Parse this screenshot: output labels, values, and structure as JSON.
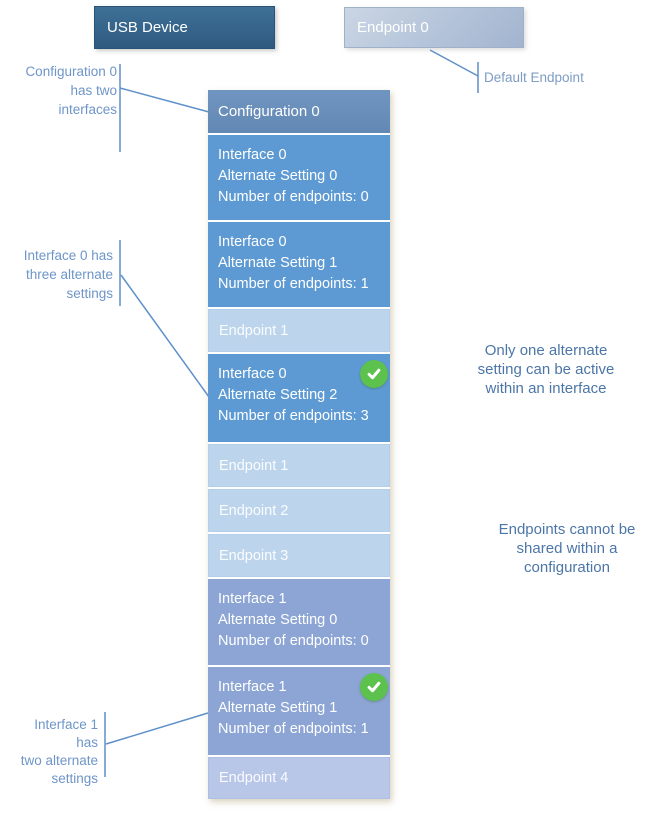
{
  "usb_device": {
    "label": "USB Device"
  },
  "endpoint0": {
    "label": "Endpoint 0"
  },
  "stack": {
    "config": {
      "label": "Configuration 0"
    },
    "if0a0": {
      "l1": "Interface 0",
      "l2": "Alternate Setting 0",
      "l3": "Number of endpoints: 0",
      "active": false
    },
    "if0a1": {
      "l1": "Interface 0",
      "l2": "Alternate Setting 1",
      "l3": "Number of endpoints: 1",
      "active": false
    },
    "ep1a": {
      "label": "Endpoint 1"
    },
    "if0a2": {
      "l1": "Interface 0",
      "l2": "Alternate Setting 2",
      "l3": "Number of endpoints: 3",
      "active": true
    },
    "ep1b": {
      "label": "Endpoint 1"
    },
    "ep2": {
      "label": "Endpoint 2"
    },
    "ep3": {
      "label": "Endpoint 3"
    },
    "if1a0": {
      "l1": "Interface 1",
      "l2": "Alternate Setting 0",
      "l3": "Number of endpoints: 0",
      "active": false
    },
    "if1a1": {
      "l1": "Interface 1",
      "l2": "Alternate Setting 1",
      "l3": "Number of endpoints: 1",
      "active": true
    },
    "ep4": {
      "label": "Endpoint 4"
    }
  },
  "annotations": {
    "default_endpoint": "Default Endpoint",
    "config_note": {
      "l1": "Configuration 0",
      "l2": "has two",
      "l3": "interfaces"
    },
    "iface0_note": {
      "l1": "Interface 0 has",
      "l2": "three alternate",
      "l3": "settings"
    },
    "iface1_note": {
      "l1": "Interface 1 has",
      "l2": "two alternate",
      "l3": "settings"
    },
    "alt_setting_note": {
      "l1": "Only one alternate",
      "l2": "setting can be active",
      "l3": "within an interface"
    },
    "endpoint_note": {
      "l1": "Endpoints cannot be",
      "l2": "shared within a",
      "l3": "configuration"
    }
  },
  "icons": {
    "active_setting": "check-circle"
  },
  "colors": {
    "usb_device_box": "#34618a",
    "endpoint0_box": "#aebfd6",
    "config_header": "#6890bc",
    "interface0_box": "#5d9ad4",
    "endpoint_row": "#bcd5ec",
    "interface1_box": "#8ca5d5",
    "endpoint4_row": "#b8c6e8",
    "check_badge": "#5cc24d",
    "connector_line": "#5e90c9",
    "annotation_left_text": "#6e95c8",
    "annotation_right_text": "#4c76a8"
  }
}
